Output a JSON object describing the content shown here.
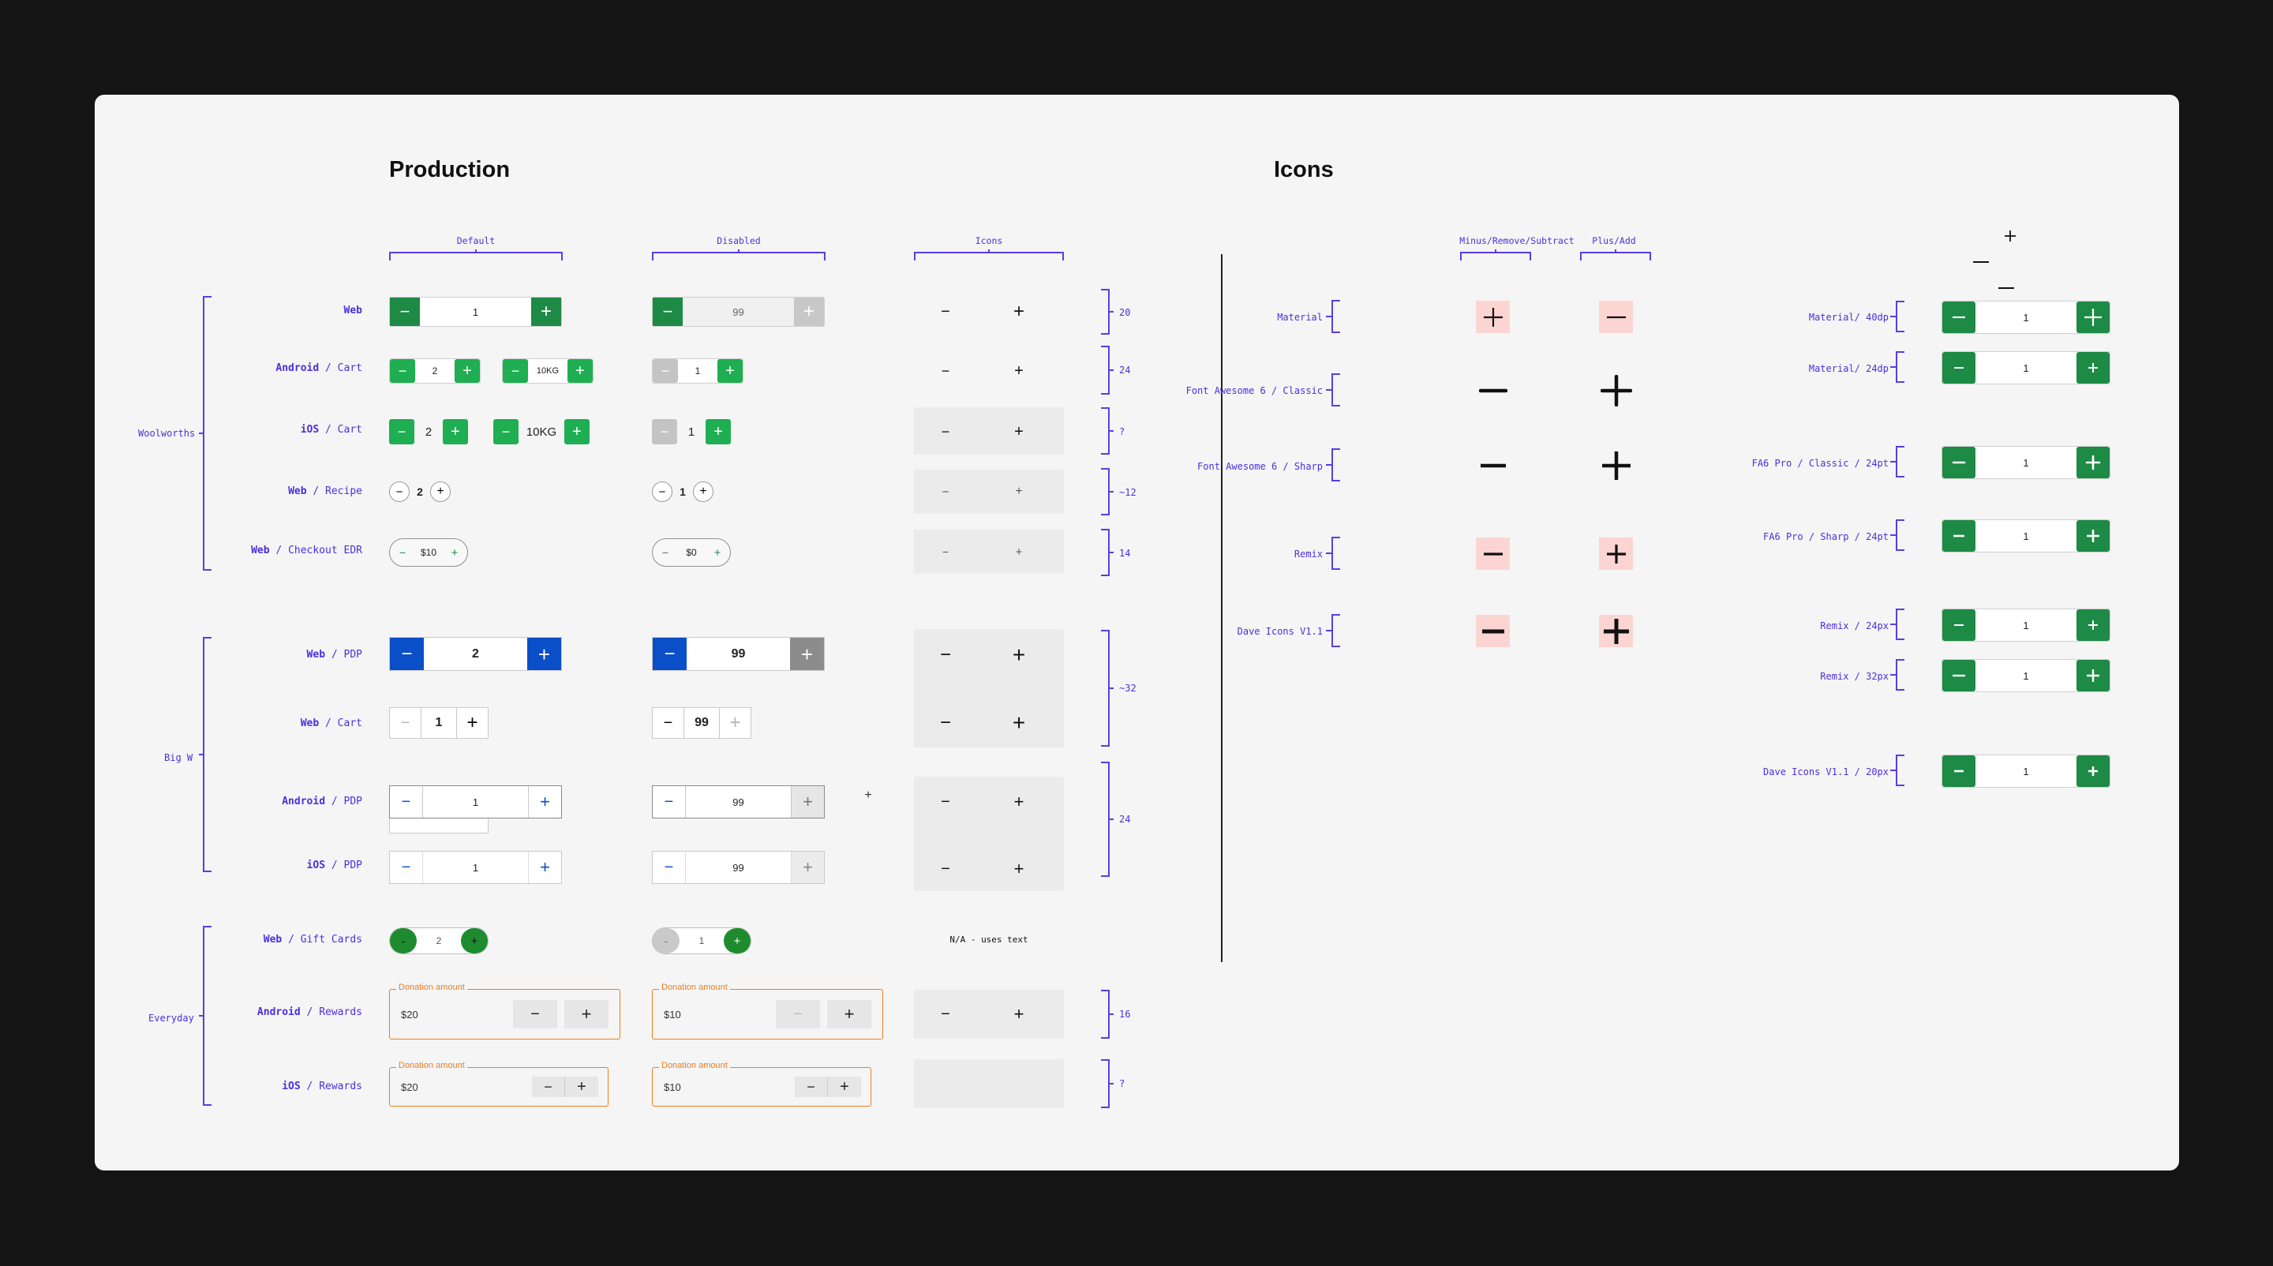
{
  "production": {
    "title": "Production",
    "col_default": "Default",
    "col_disabled": "Disabled",
    "col_icons": "Icons",
    "group_woolworths": "Woolworths",
    "group_bigw": "Big W",
    "group_everyday": "Everyday",
    "rows": {
      "ww_web": {
        "platform": "Web",
        "context": ""
      },
      "ww_android_cart": {
        "platform": "Android",
        "context": " / Cart"
      },
      "ww_ios_cart": {
        "platform": "iOS",
        "context": " / Cart"
      },
      "ww_web_recipe": {
        "platform": "Web",
        "context": " / Recipe"
      },
      "ww_web_checkout": {
        "platform": "Web",
        "context": " / Checkout EDR"
      },
      "bw_web_pdp": {
        "platform": "Web",
        "context": " / PDP"
      },
      "bw_web_cart": {
        "platform": "Web",
        "context": " / Cart"
      },
      "bw_android_pdp": {
        "platform": "Android",
        "context": " / PDP"
      },
      "bw_ios_pdp": {
        "platform": "iOS",
        "context": " / PDP"
      },
      "ed_web_gift": {
        "platform": "Web",
        "context": " / Gift Cards"
      },
      "ed_android_rewards": {
        "platform": "Android",
        "context": " / Rewards"
      },
      "ed_ios_rewards": {
        "platform": "iOS",
        "context": " / Rewards"
      }
    },
    "values": {
      "ww_web_default": "1",
      "ww_web_disabled": "99",
      "ww_android_a": "2",
      "ww_android_b": "10KG",
      "ww_android_disabled": "1",
      "ww_ios_a": "2",
      "ww_ios_b": "10KG",
      "ww_ios_disabled": "1",
      "ww_recipe_default": "2",
      "ww_recipe_disabled": "1",
      "ww_checkout_default": "$10",
      "ww_checkout_disabled": "$0",
      "bw_web_pdp_default": "2",
      "bw_web_pdp_disabled": "99",
      "bw_web_cart_default": "1",
      "bw_web_cart_disabled": "99",
      "bw_android_pdp_default": "1",
      "bw_android_pdp_disabled": "99",
      "bw_ios_pdp_default": "1",
      "bw_ios_pdp_disabled": "99",
      "ed_gift_default": "2",
      "ed_gift_disabled": "1"
    },
    "na_text": "N/A - uses text",
    "donation_label": "Donation amount",
    "donation_default": "$20",
    "donation_disabled": "$10",
    "sizes": {
      "s1": "20",
      "s2": "24",
      "s3": "?",
      "s4": "~12",
      "s5": "14",
      "s6": "~32",
      "s7": "24",
      "s8": "16",
      "s9": "?"
    },
    "glyphs": {
      "minus": "−",
      "plus": "+",
      "dash": "-"
    }
  },
  "icons": {
    "title": "Icons",
    "col_minus": "Minus/Remove/Subtract",
    "col_plus": "Plus/Add",
    "sets": [
      "Material",
      "Font Awesome 6 / Classic",
      "Font Awesome 6 / Sharp",
      "Remix",
      "Dave Icons V1.1"
    ],
    "stepper_labels": [
      "Material/ 40dp",
      "Material/ 24dp",
      "FA6 Pro / Classic / 24pt",
      "FA6 Pro / Sharp / 24pt",
      "Remix / 24px",
      "Remix / 32px",
      "Dave Icons V1.1 / 20px"
    ],
    "stepper_value": "1"
  },
  "colors": {
    "ww_green_dark": "#1d8a45",
    "ww_green": "#1fae52",
    "bw_blue": "#0a4fc8",
    "everyday_green": "#1e8c2e",
    "donation_orange": "#f07d1a",
    "annotation_purple": "#4b2fe0",
    "icon_highlight": "#fcd5d3"
  }
}
